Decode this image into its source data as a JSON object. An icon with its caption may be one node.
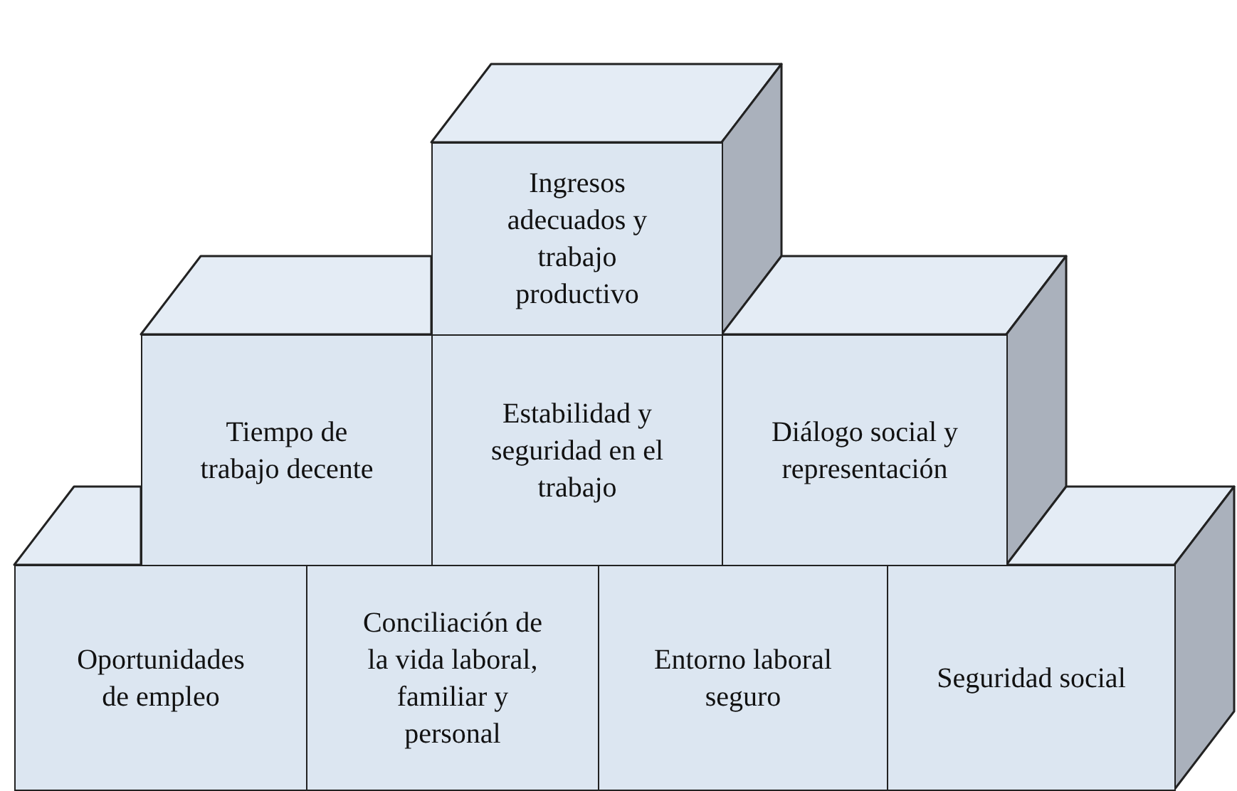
{
  "diagram": {
    "nodes": [
      {
        "text": [
          "Ingresos adecuados y trabajo productivo"
        ]
      },
      {
        "text": [
          "Tiempo de trabajo decente"
        ]
      },
      {
        "text": [
          "Estabilidad y seguridad en el trabajo"
        ]
      },
      {
        "text": [
          "Diálogo social y representación"
        ]
      },
      {
        "text": [
          "Oportunidades de empleo"
        ]
      },
      {
        "text": [
          "Conciliación de la vida laboral, familiar y personal"
        ]
      },
      {
        "text": [
          "Entorno laboral seguro"
        ]
      },
      {
        "text": [
          "Seguridad social"
        ]
      }
    ]
  }
}
